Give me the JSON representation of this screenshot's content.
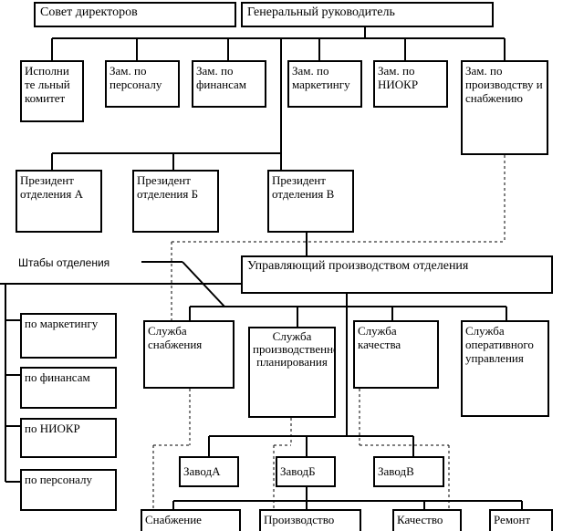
{
  "top": {
    "board": "Совет директоров",
    "ceo": "Генеральный руководитель"
  },
  "deputies": [
    "Исполни те льный комитет",
    "Зам. по персоналу",
    "Зам. по финансам",
    "Зам. по маркетингу",
    "Зам. по НИОКР",
    "Зам. по производству и снабжению"
  ],
  "division_presidents": [
    "Президент отделения А",
    "Президент отделения Б",
    "Президент отделения В"
  ],
  "staff_label": "Штабы отделения",
  "staff": [
    "по маркетингу",
    "по финансам",
    "по НИОКР",
    "по персоналу"
  ],
  "division_manager": "Управляющий производством отделения",
  "services": [
    "Служба снабжения",
    "Служба производственного планирования",
    "Служба качества",
    "Служба оперативного управления"
  ],
  "plants": [
    "ЗаводА",
    "ЗаводБ",
    "ЗаводВ"
  ],
  "plant_units": [
    "Снабжение",
    "Производство",
    "Качество",
    "Ремонт"
  ]
}
